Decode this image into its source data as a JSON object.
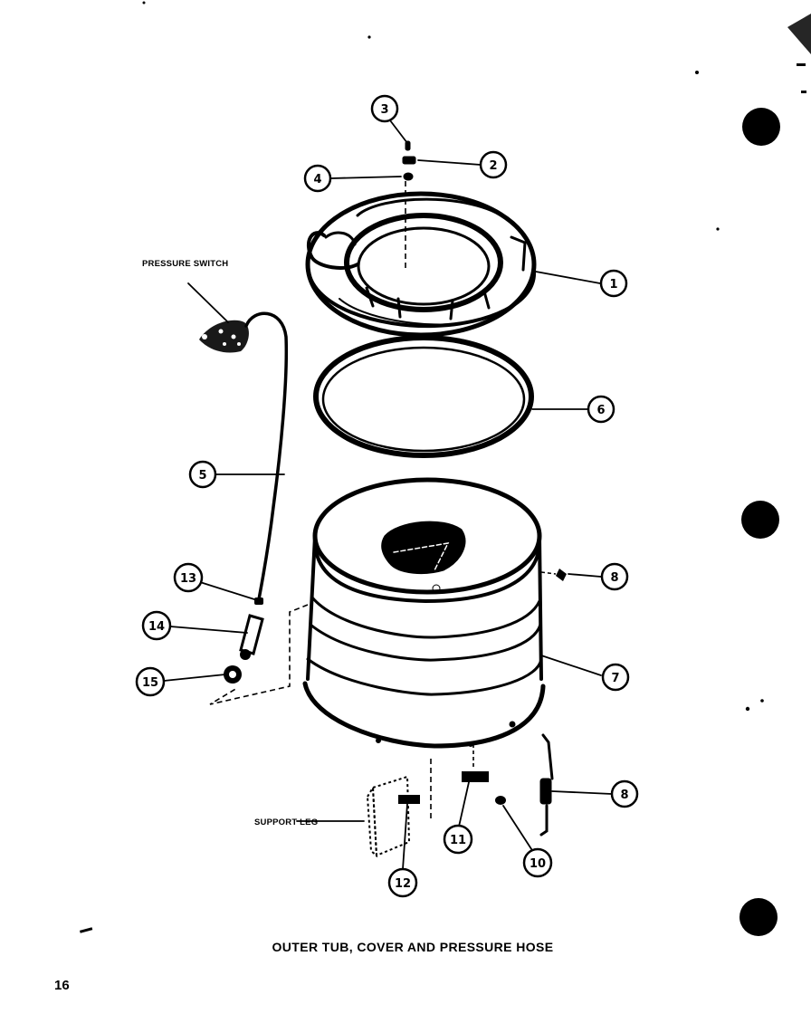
{
  "title": "OUTER TUB, COVER AND PRESSURE HOSE",
  "page_number": "16",
  "labels": {
    "pressure_switch": "PRESSURE SWITCH",
    "support_leg": "SUPPORT LEG"
  },
  "callouts": [
    {
      "id": "c1",
      "num": "1",
      "part": "tub-cover"
    },
    {
      "id": "c2",
      "num": "2",
      "part": "cover-clip"
    },
    {
      "id": "c3",
      "num": "3",
      "part": "screw"
    },
    {
      "id": "c4",
      "num": "4",
      "part": "washer"
    },
    {
      "id": "c5",
      "num": "5",
      "part": "pressure-hose"
    },
    {
      "id": "c6",
      "num": "6",
      "part": "tub-gasket"
    },
    {
      "id": "c7",
      "num": "7",
      "part": "outer-tub"
    },
    {
      "id": "c8a",
      "num": "8",
      "part": "tub-fitting"
    },
    {
      "id": "c8b",
      "num": "8",
      "part": "tub-spring"
    },
    {
      "id": "c10",
      "num": "10",
      "part": "leg-screw"
    },
    {
      "id": "c11",
      "num": "11",
      "part": "leg-clip"
    },
    {
      "id": "c12",
      "num": "12",
      "part": "leg-bracket"
    },
    {
      "id": "c13",
      "num": "13",
      "part": "hose-clamp"
    },
    {
      "id": "c14",
      "num": "14",
      "part": "air-dome"
    },
    {
      "id": "c15",
      "num": "15",
      "part": "grommet"
    }
  ]
}
